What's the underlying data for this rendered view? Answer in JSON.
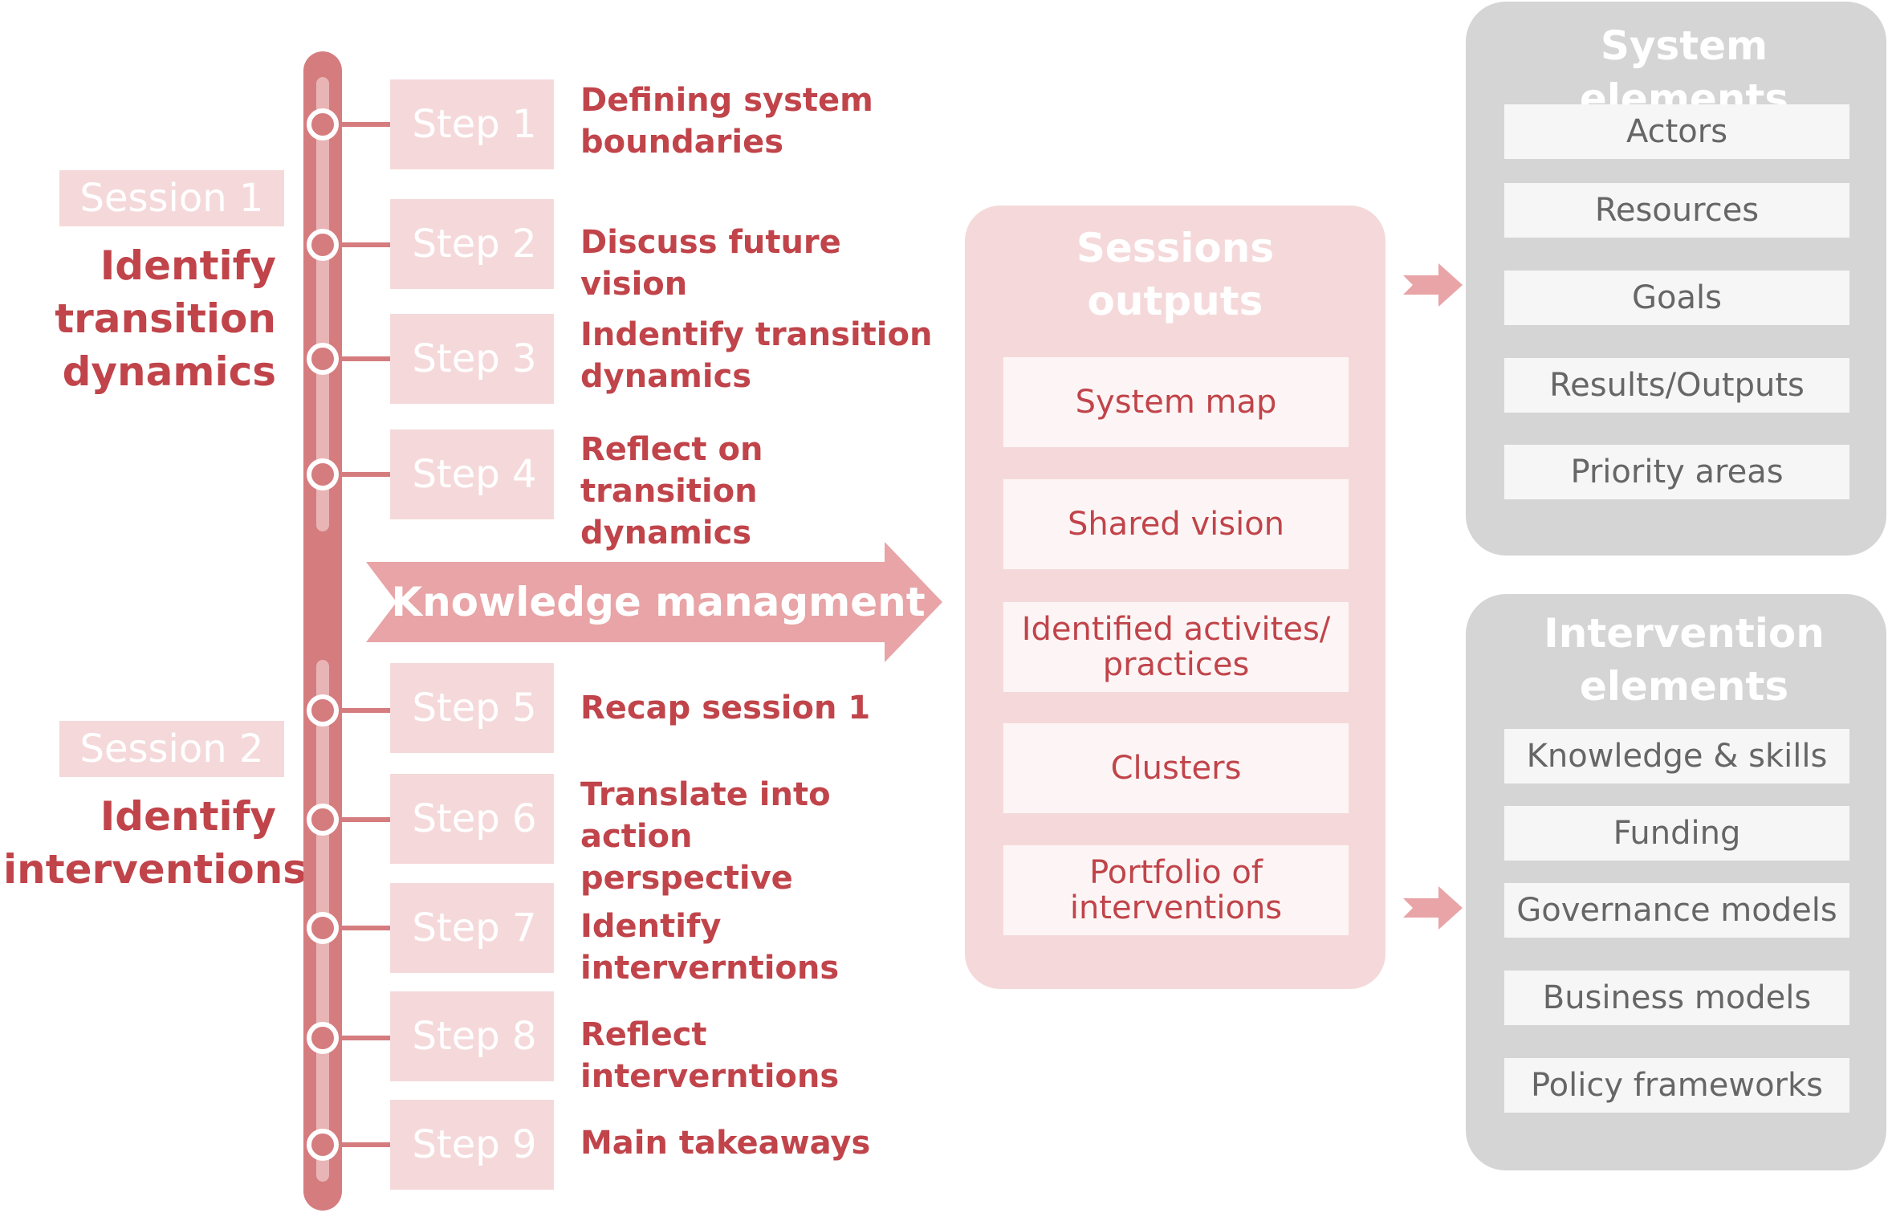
{
  "sessions": [
    {
      "label": "Session 1",
      "title_lines": [
        "Identify",
        "transition",
        "dynamics"
      ]
    },
    {
      "label": "Session 2",
      "title_lines": [
        "Identify",
        "interventions"
      ]
    }
  ],
  "steps": [
    {
      "label": "Step 1",
      "desc": [
        "Defining system",
        "boundaries"
      ]
    },
    {
      "label": "Step 2",
      "desc": [
        "Discuss future vision"
      ]
    },
    {
      "label": "Step 3",
      "desc": [
        "Indentify transition",
        "dynamics"
      ]
    },
    {
      "label": "Step 4",
      "desc": [
        "Reflect on transition",
        "dynamics"
      ]
    },
    {
      "label": "Step 5",
      "desc": [
        "Recap session 1"
      ]
    },
    {
      "label": "Step 6",
      "desc": [
        "Translate into action",
        "perspective"
      ]
    },
    {
      "label": "Step 7",
      "desc": [
        "Identify interverntions"
      ]
    },
    {
      "label": "Step 8",
      "desc": [
        "Reflect interverntions"
      ]
    },
    {
      "label": "Step 9",
      "desc": [
        "Main takeaways"
      ]
    }
  ],
  "knowledge_management": "Knowledge managment",
  "outputs": {
    "title_lines": [
      "Sessions",
      "outputs"
    ],
    "items": [
      [
        "System map"
      ],
      [
        "Shared vision"
      ],
      [
        "Identified activites/",
        "practices"
      ],
      [
        "Clusters"
      ],
      [
        "Portfolio of",
        "interventions"
      ]
    ]
  },
  "system_elements": {
    "title": "System elements",
    "items": [
      "Actors",
      "Resources",
      "Goals",
      "Results/Outputs",
      "Priority areas"
    ]
  },
  "intervention_elements": {
    "title_lines": [
      "Intervention",
      "elements"
    ],
    "items": [
      "Knowledge & skills",
      "Funding",
      "Governance models",
      "Business models",
      "Policy frameworks"
    ]
  },
  "colors": {
    "timeline": "#d57c7f",
    "accent_text": "#c0444a",
    "pale_pink": "#f5d9da",
    "gray_panel": "#d5d5d5"
  }
}
